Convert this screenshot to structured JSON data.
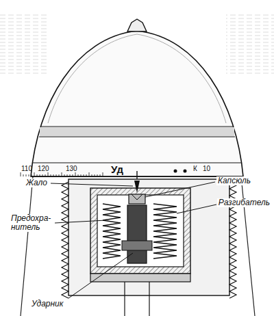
{
  "diagram": {
    "labels": [
      "110",
      "120",
      "130",
      "Уд",
      "К",
      "10",
      "Жало",
      "Капсюль",
      "Разгибатель",
      "Предохра- нитель",
      "Ударник"
    ]
  }
}
